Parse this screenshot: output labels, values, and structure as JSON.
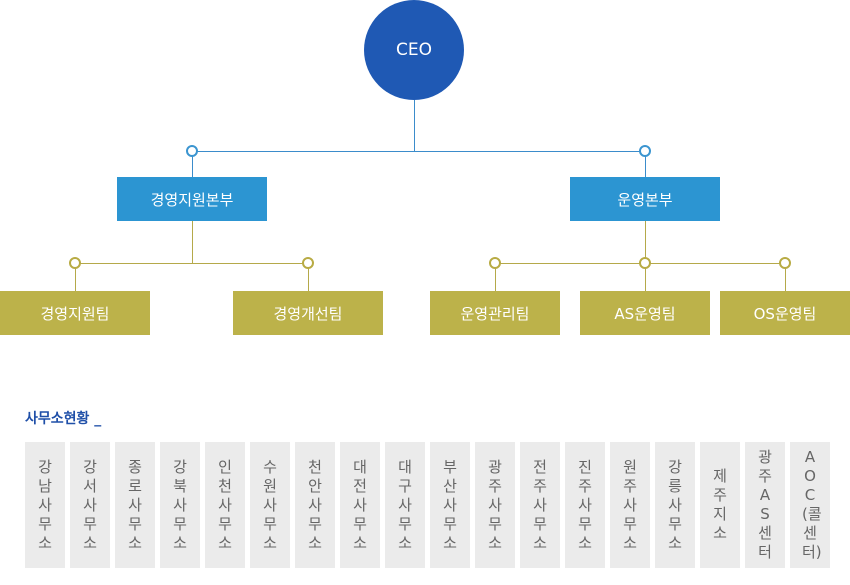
{
  "ceo": "CEO",
  "divisions": [
    {
      "name": "경영지원본부"
    },
    {
      "name": "운영본부"
    }
  ],
  "teams": [
    {
      "name": "경영지원팀"
    },
    {
      "name": "경영개선팀"
    },
    {
      "name": "운영관리팀"
    },
    {
      "name": "AS운영팀"
    },
    {
      "name": "OS운영팀"
    }
  ],
  "office_section": {
    "title": "사무소현황 _"
  },
  "offices": [
    "강남사무소",
    "강서사무소",
    "종로사무소",
    "강북사무소",
    "인천사무소",
    "수원사무소",
    "천안사무소",
    "대전사무소",
    "대구사무소",
    "부산사무소",
    "광주사무소",
    "전주사무소",
    "진주사무소",
    "원주사무소",
    "강릉사무소",
    "제주지소",
    "광주AS센터",
    "AOC(콜센터)"
  ],
  "colors": {
    "ceo": "#1f59b4",
    "division": "#2c95d2",
    "team": "#bcb24a",
    "office_bg": "#ebebeb"
  }
}
